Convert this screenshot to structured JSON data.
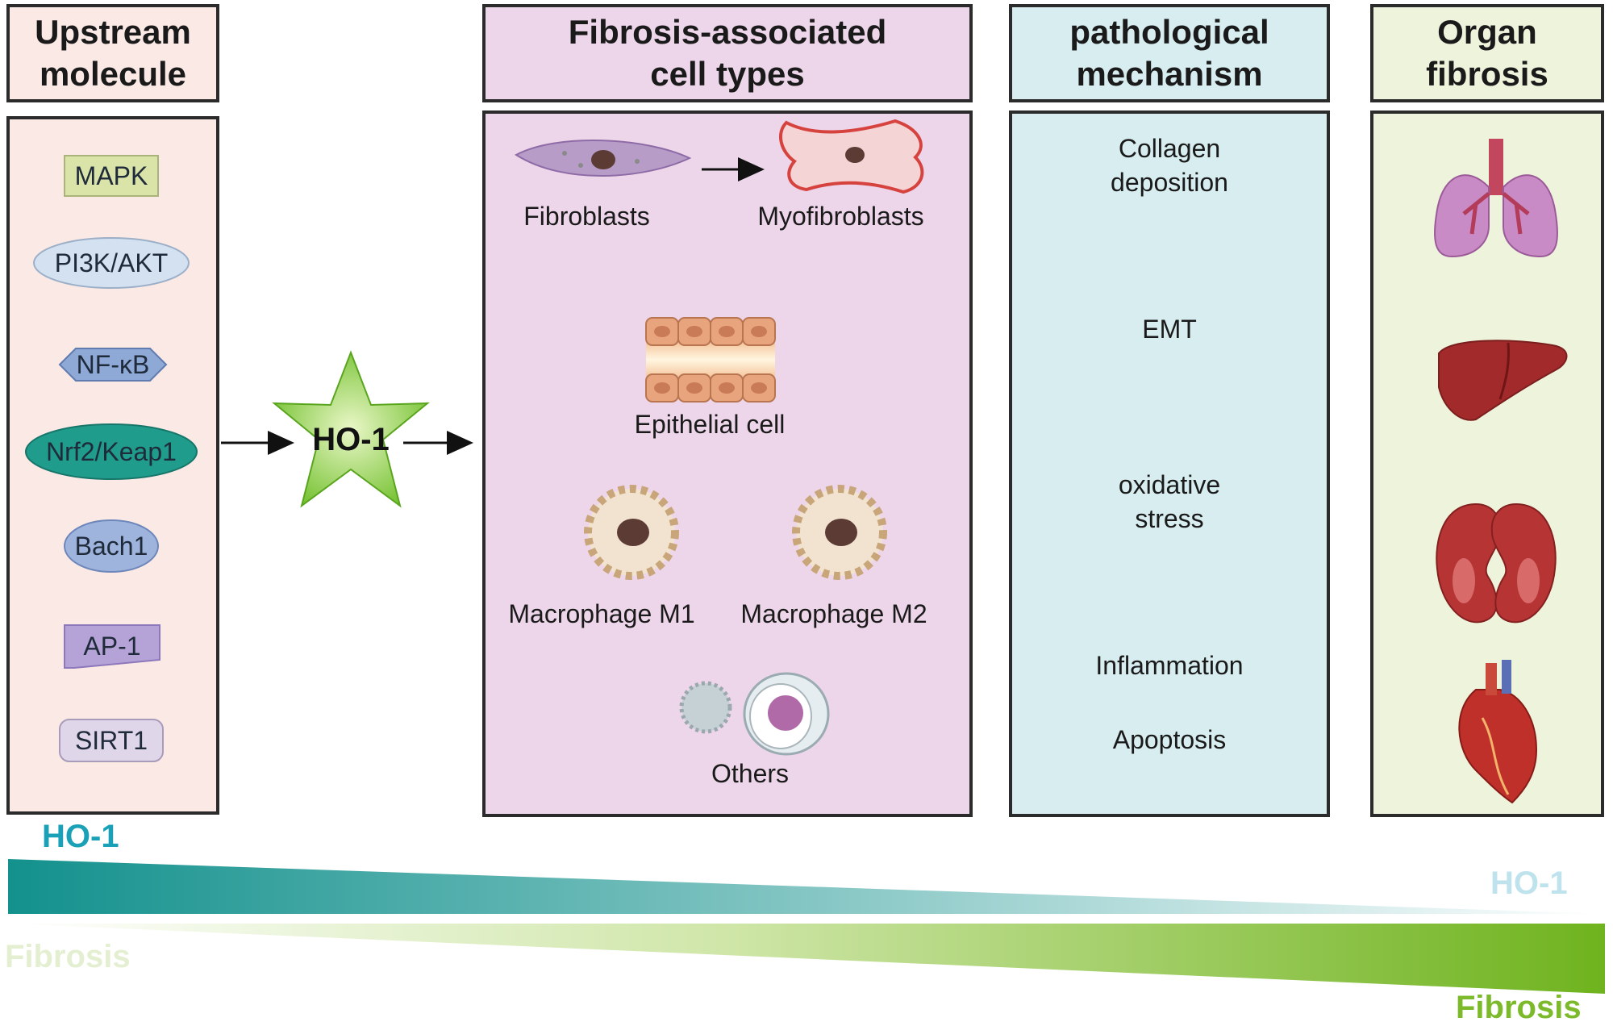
{
  "headers": {
    "upstream": "Upstream\nmolecule",
    "cell_types": "Fibrosis-associated\ncell types",
    "mechanism": "pathological\nmechanism",
    "organ": "Organ\nfibrosis"
  },
  "molecules": [
    "MAPK",
    "PI3K/AKT",
    "NF-κB",
    "Nrf2/Keap1",
    "Bach1",
    "AP-1",
    "SIRT1"
  ],
  "center": {
    "label": "HO-1"
  },
  "cells": {
    "fibroblasts": "Fibroblasts",
    "myofibroblasts": "Myofibroblasts",
    "epithelial": "Epithelial cell",
    "macrophage_m1": "Macrophage M1",
    "macrophage_m2": "Macrophage M2",
    "others": "Others"
  },
  "mechanisms": [
    "Collagen\ndeposition",
    "EMT",
    "oxidative\nstress",
    "Inflammation",
    "Apoptosis"
  ],
  "organs": [
    "lung-icon",
    "liver-icon",
    "kidney-icon",
    "heart-icon"
  ],
  "gradient": {
    "ho1_left": "HO-1",
    "ho1_right": "HO-1",
    "fibrosis_left": "Fibrosis",
    "fibrosis_right": "Fibrosis"
  },
  "colors": {
    "upstream_bg": "#fbe9e5",
    "cell_bg": "#eed6ea",
    "mechanism_bg": "#d7edf0",
    "organ_bg": "#eef4dc",
    "ho1_teal": "#1a9a95",
    "fibrosis_green": "#7dbb2a"
  }
}
